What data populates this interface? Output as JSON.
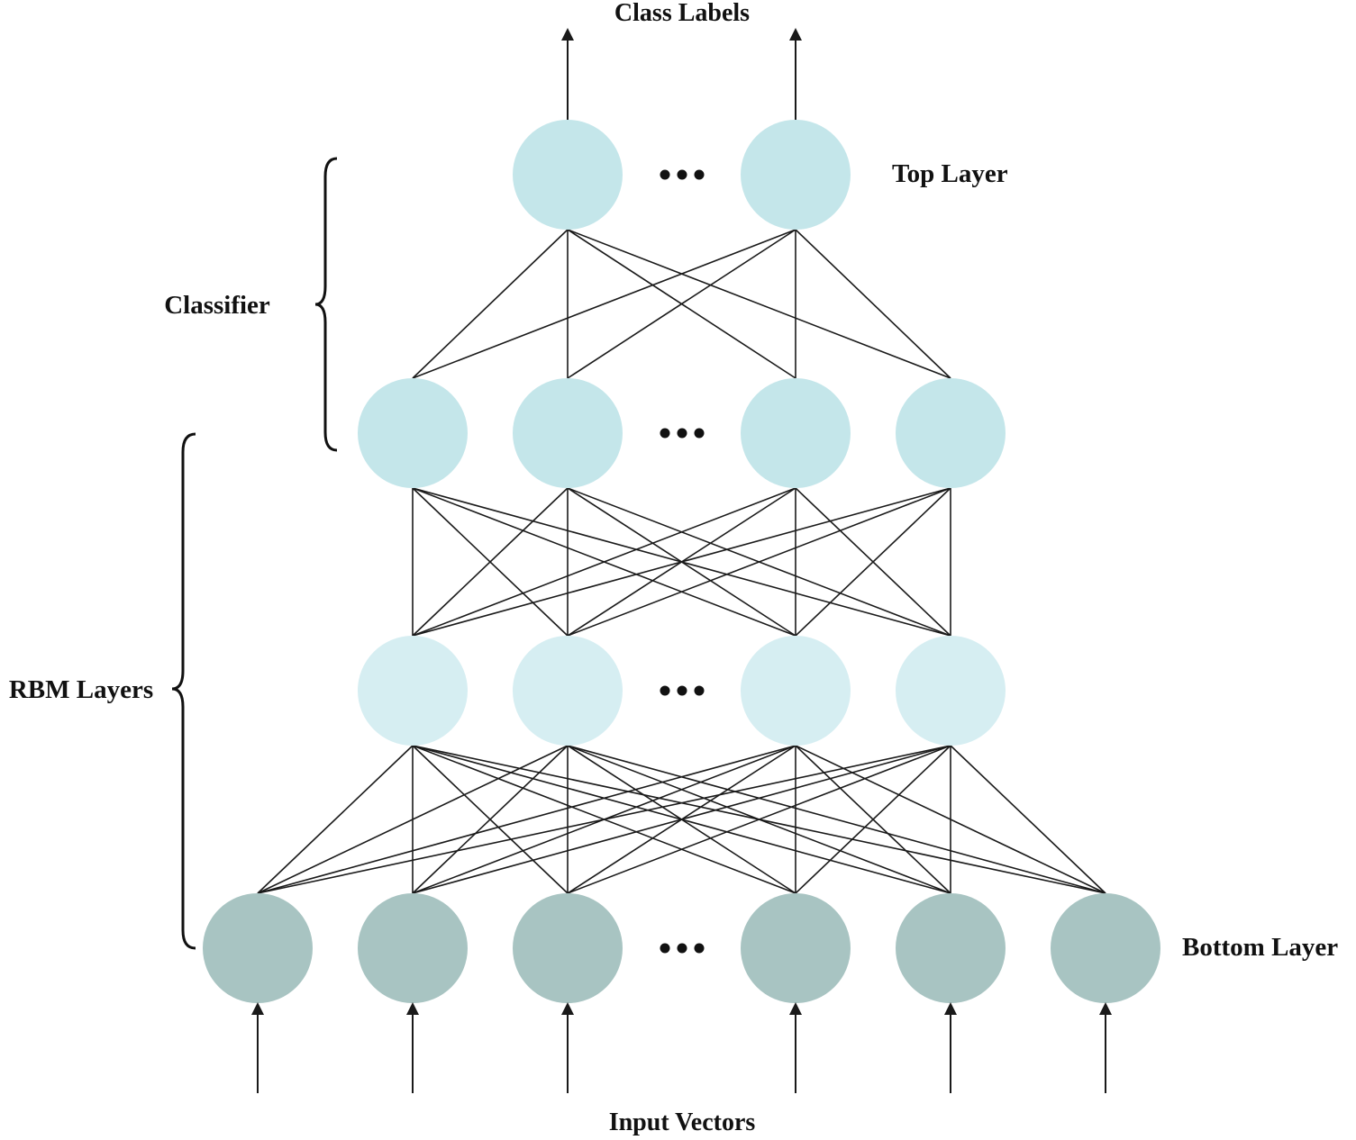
{
  "labels": {
    "class_labels": "Class Labels",
    "top_layer": "Top Layer",
    "classifier": "Classifier",
    "rbm_layers": "RBM Layers",
    "bottom_layer": "Bottom Layer",
    "input_vectors": "Input Vectors"
  },
  "colors": {
    "top_node": "#c4e6ea",
    "hidden2_node": "#c4e6ea",
    "hidden1_node": "#d6eef2",
    "bottom_node": "#a8c4c2",
    "edge": "#1a1a1a"
  },
  "icons": {
    "ellipsis": "three-dots-icon",
    "arrow": "arrow-up-icon",
    "brace": "left-curly-brace-icon"
  }
}
